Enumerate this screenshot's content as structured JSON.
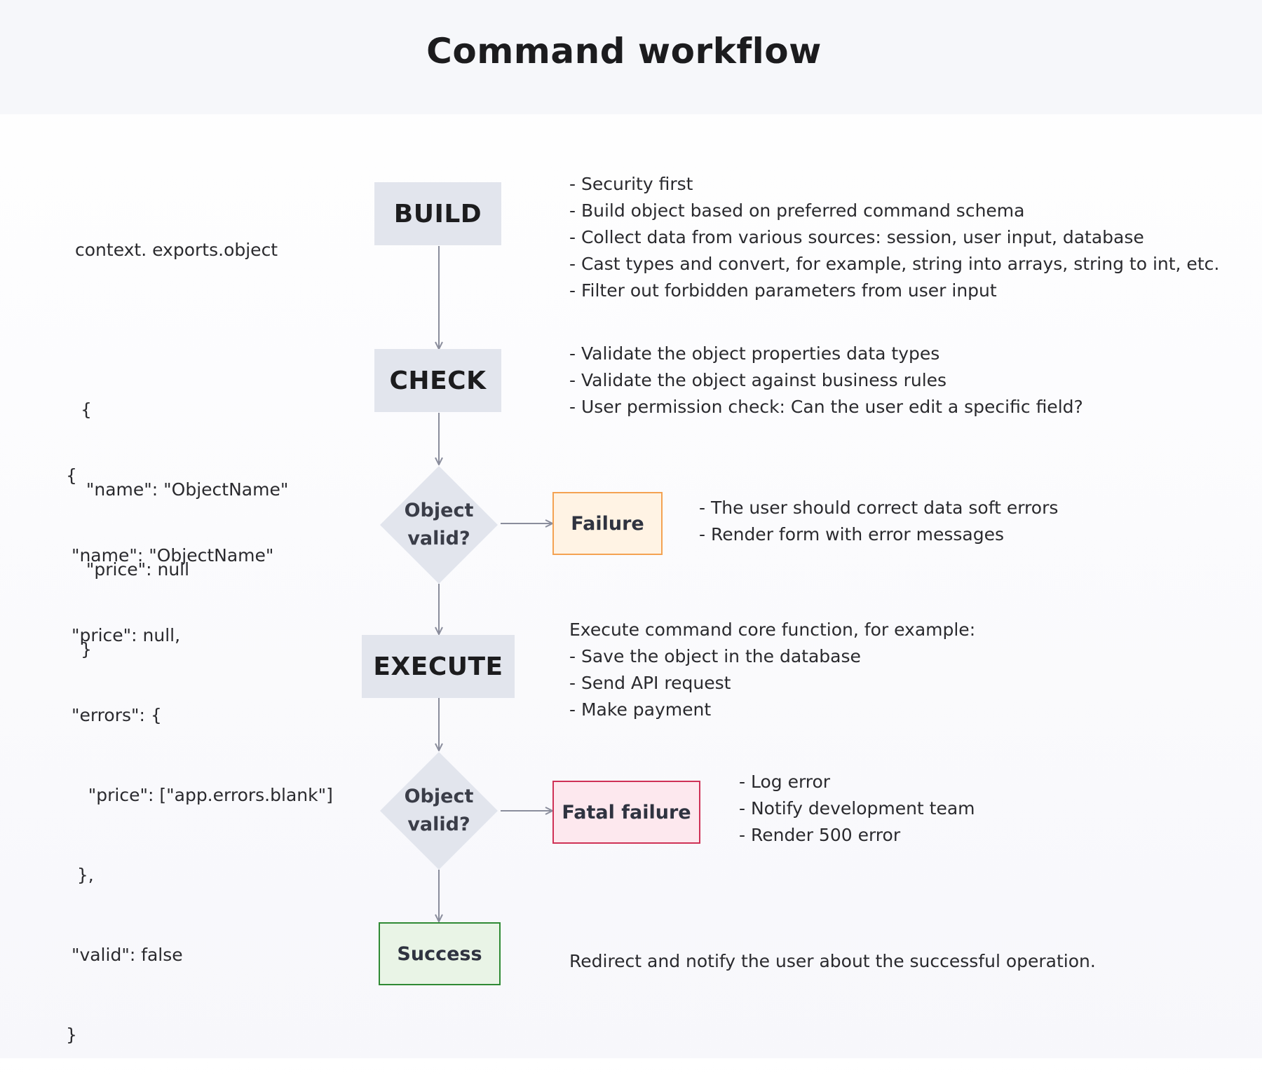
{
  "title": "Command workflow",
  "nodes": {
    "build": "BUILD",
    "check": "CHECK",
    "decision1": [
      "Object",
      "valid?"
    ],
    "failure": "Failure",
    "execute": "EXECUTE",
    "decision2": [
      "Object",
      "valid?"
    ],
    "fatal": "Fatal failure",
    "success": "Success"
  },
  "notes": {
    "build": [
      "- Security first",
      "- Build object based on preferred command schema",
      "- Collect data from various sources: session, user input, database",
      "- Cast types and convert, for example, string into arrays, string to int, etc.",
      "- Filter out forbidden parameters from user input"
    ],
    "check": [
      "- Validate the object properties data types",
      "- Validate the object against business rules",
      "- User permission check: Can the user edit a specific field?"
    ],
    "failure": [
      "- The user should correct data soft errors",
      "- Render form with error messages"
    ],
    "execute": [
      "Execute command core function, for example:",
      "- Save the object in the database",
      "- Send API request",
      "- Make payment"
    ],
    "fatal": [
      "- Log error",
      "- Notify development team",
      "- Render 500 error"
    ],
    "success": [
      "Redirect and notify the user about the successful operation."
    ]
  },
  "code": {
    "build": [
      "context. exports.object",
      "",
      " {",
      "  \"name\": \"ObjectName\"",
      "  \"price\": null",
      " }"
    ],
    "check": [
      "{",
      " \"name\": \"ObjectName\"",
      " \"price\": null,",
      " \"errors\": {",
      "    \"price\": [\"app.errors.blank\"]",
      "  },",
      " \"valid\": false",
      "}"
    ]
  },
  "colors": {
    "step_fill": "#e2e5ed",
    "connector": "#8a8d9c",
    "failure_border": "#f4a252",
    "failure_fill": "#fff3e4",
    "fatal_border": "#cf3156",
    "fatal_fill": "#fde8ee",
    "success_border": "#2f8a34",
    "success_fill": "#e9f4e6"
  }
}
